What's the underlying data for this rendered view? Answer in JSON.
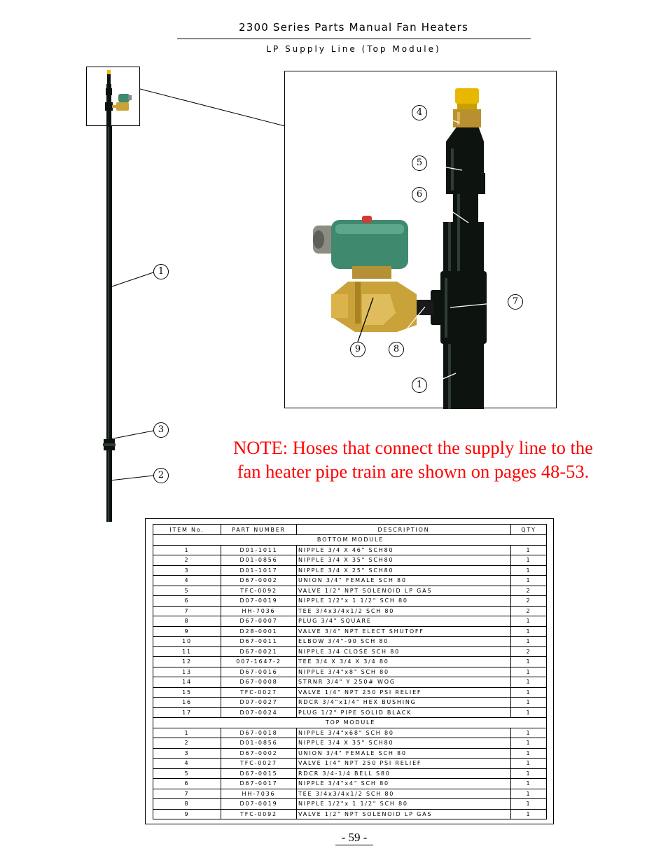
{
  "header": {
    "title": "2300 Series Parts Manual  Fan Heaters",
    "subtitle": "LP Supply Line (Top Module)"
  },
  "callouts": {
    "c1_left": "1",
    "c3_left": "3",
    "c2_left": "2",
    "c4": "4",
    "c5": "5",
    "c6": "6",
    "c7": "7",
    "c8": "8",
    "c9": "9",
    "c1_photo": "1"
  },
  "note": {
    "line1": "NOTE: Hoses that connect the supply line to the",
    "line2": "fan heater pipe train are shown on pages 48-53."
  },
  "table": {
    "headers": [
      "ITEM No.",
      "PART NUMBER",
      "DESCRIPTION",
      "QTY"
    ],
    "sections": [
      {
        "name": "BOTTOM MODULE",
        "rows": [
          [
            "1",
            "D01-1011",
            "NIPPLE 3/4 X 46\" SCH80",
            "1"
          ],
          [
            "2",
            "D01-0856",
            "NIPPLE 3/4 X 35\" SCH80",
            "1"
          ],
          [
            "3",
            "D01-1017",
            "NIPPLE 3/4 X 25\" SCH80",
            "1"
          ],
          [
            "4",
            "D67-0002",
            "UNION 3/4\" FEMALE SCH 80",
            "1"
          ],
          [
            "5",
            "TFC-0092",
            "VALVE 1/2\" NPT SOLENOID LP GAS",
            "2"
          ],
          [
            "6",
            "D07-0019",
            "NIPPLE 1/2\"x 1 1/2\" SCH 80",
            "2"
          ],
          [
            "7",
            "HH-7036",
            "TEE 3/4x3/4x1/2 SCH 80",
            "2"
          ],
          [
            "8",
            "D67-0007",
            "PLUG 3/4\" SQUARE",
            "1"
          ],
          [
            "9",
            "D28-0001",
            "VALVE 3/4\" NPT ELECT SHUTOFF",
            "1"
          ],
          [
            "10",
            "D67-0011",
            "ELBOW 3/4\"-90 SCH 80",
            "1"
          ],
          [
            "11",
            "D67-0021",
            "NIPPLE 3/4 CLOSE SCH 80",
            "2"
          ],
          [
            "12",
            "007-1647-2",
            "TEE 3/4 X 3/4 X 3/4  80",
            "1"
          ],
          [
            "13",
            "D67-0016",
            "NIPPLE 3/4\"x8\" SCH 80",
            "1"
          ],
          [
            "14",
            "D67-0008",
            "STRNR 3/4\" Y 250# WOG",
            "1"
          ],
          [
            "15",
            "TFC-0027",
            "VALVE 1/4\" NPT 250 PSI RELIEF",
            "1"
          ],
          [
            "16",
            "D07-0027",
            "RDCR 3/4\"x1/4\" HEX BUSHING",
            "1"
          ],
          [
            "17",
            "D07-0024",
            "PLUG 1/2\" PIPE SOLID BLACK",
            "1"
          ]
        ]
      },
      {
        "name": "TOP MODULE",
        "rows": [
          [
            "1",
            "D67-0018",
            "NIPPLE 3/4\"x68\" SCH 80",
            "1"
          ],
          [
            "2",
            "D01-0856",
            "NIPPLE 3/4 X 35\" SCH80",
            "1"
          ],
          [
            "3",
            "D67-0002",
            "UNION 3/4\" FEMALE SCH 80",
            "1"
          ],
          [
            "4",
            "TFC-0027",
            "VALVE 1/4\" NPT 250 PSI RELIEF",
            "1"
          ],
          [
            "5",
            "D67-0015",
            "RDCR 3/4-1/4 BELL S80",
            "1"
          ],
          [
            "6",
            "D67-0017",
            "NIPPLE 3/4\"x4\" SCH 80",
            "1"
          ],
          [
            "7",
            "HH-7036",
            "TEE 3/4x3/4x1/2 SCH 80",
            "1"
          ],
          [
            "8",
            "D07-0019",
            "NIPPLE 1/2\"x 1 1/2\" SCH 80",
            "1"
          ],
          [
            "9",
            "TFC-0092",
            "VALVE 1/2\" NPT SOLENOID LP GAS",
            "1"
          ]
        ]
      }
    ]
  },
  "page_number": "- 59 -",
  "colors": {
    "note": "#ff0000",
    "pipe": "#0d1410",
    "brass": "#c9a23a",
    "solenoid": "#3f8a6e",
    "fitting_yellow": "#e8b800"
  }
}
